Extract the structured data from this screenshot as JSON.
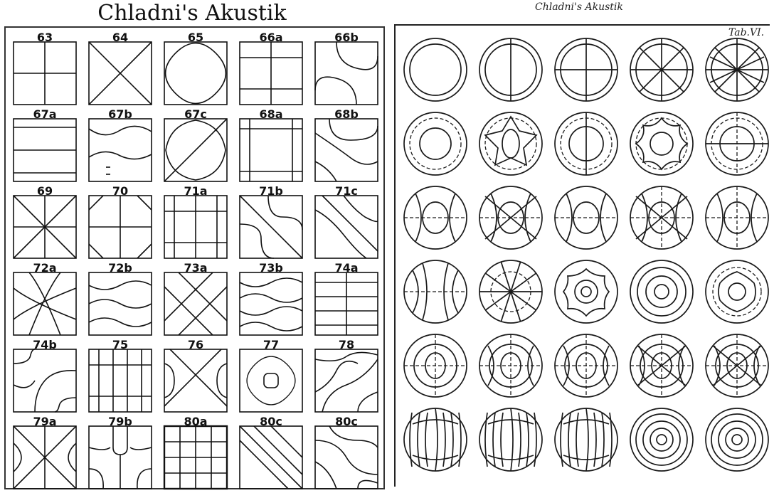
{
  "left": {
    "title": "Chladni's Akustik",
    "labels": [
      "63",
      "64",
      "65",
      "66a",
      "66b",
      "67a",
      "67b",
      "67c",
      "68a",
      "68b",
      "69",
      "70",
      "71a",
      "71b",
      "71c",
      "72a",
      "72b",
      "73a",
      "73b",
      "74a",
      "74b",
      "75",
      "76",
      "77",
      "78",
      "79a",
      "79b",
      "80a",
      "80c",
      "80c"
    ]
  },
  "right": {
    "title": "Chladni's Akustik",
    "tab_label": "Tab.VI."
  }
}
